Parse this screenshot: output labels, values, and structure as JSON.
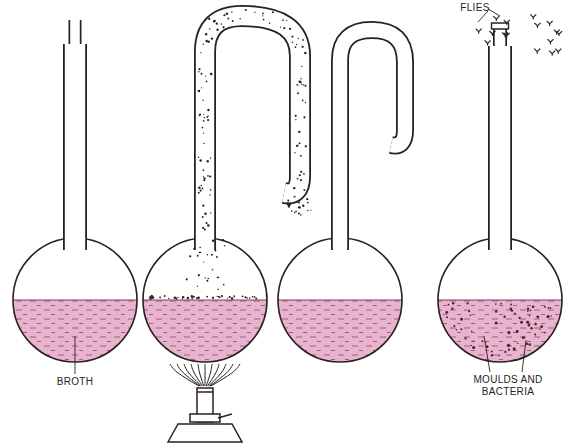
{
  "diagram": {
    "labels": [
      "FLIES",
      "BROTH",
      "MOULDS AND BACTERIA"
    ]
  }
}
